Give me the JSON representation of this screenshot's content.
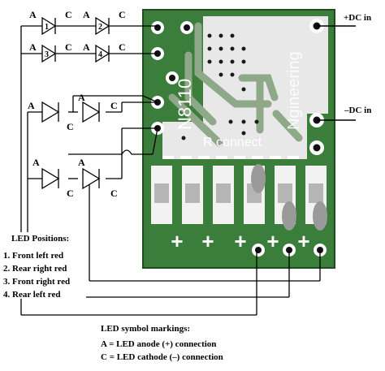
{
  "board": {
    "name": "N8110",
    "brand": "Ngineering",
    "r_connect": "R connect",
    "plus_signs": [
      "+",
      "+",
      "+",
      "+",
      "+"
    ]
  },
  "power": {
    "plus_dc": "+DC in",
    "minus_dc": "–DC in"
  },
  "leds": {
    "pin_a": "A",
    "pin_c": "C",
    "numbers": [
      "1",
      "2",
      "3",
      "4"
    ]
  },
  "positions": {
    "title": "LED Positions:",
    "items": [
      "1. Front left red",
      "2. Rear right red",
      "3. Front right red",
      "4. Rear left red"
    ]
  },
  "symbols": {
    "title": "LED symbol markings:",
    "lines": [
      "A = LED anode (+) connection",
      "C = LED cathode (–) connection"
    ]
  },
  "colors": {
    "pcb_green": "#3b7d3a",
    "copper_trace": "#8fa88a",
    "pad_white": "#f2f2f2",
    "component_gray": "#9a9a9a"
  }
}
